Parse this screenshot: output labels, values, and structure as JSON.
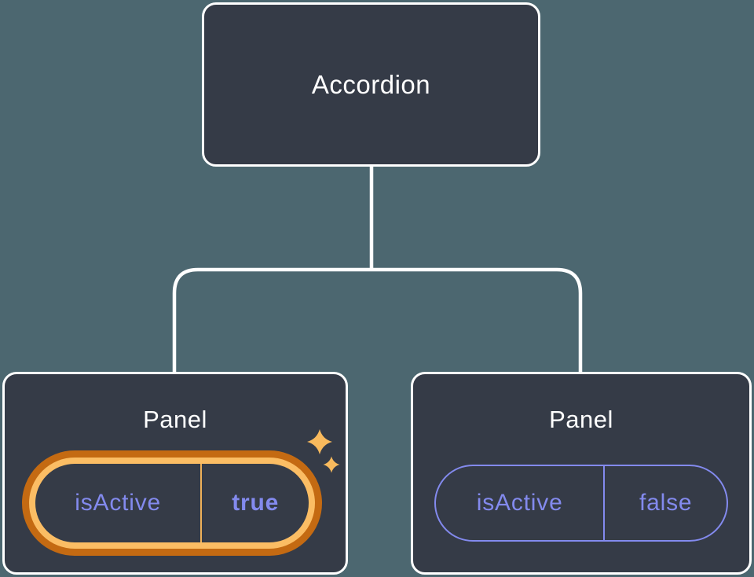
{
  "diagram": {
    "root": {
      "label": "Accordion"
    },
    "panels": [
      {
        "title": "Panel",
        "prop_name": "isActive",
        "prop_value": "true",
        "highlighted": true
      },
      {
        "title": "Panel",
        "prop_name": "isActive",
        "prop_value": "false",
        "highlighted": false
      }
    ]
  },
  "icons": {
    "sparkle_large": "sparkle-icon",
    "sparkle_small": "sparkle-icon"
  },
  "colors": {
    "background": "#4C6770",
    "card": "#353B47",
    "card_border": "#FFFFFF",
    "connector": "#FFFFFF",
    "title_text": "#FFFFFF",
    "purple": "#838AEE",
    "highlight_dark": "#C46A12",
    "highlight_light": "#FBBD64",
    "divider_orange": "#F0B159",
    "sparkle": "#F9BA5D"
  }
}
